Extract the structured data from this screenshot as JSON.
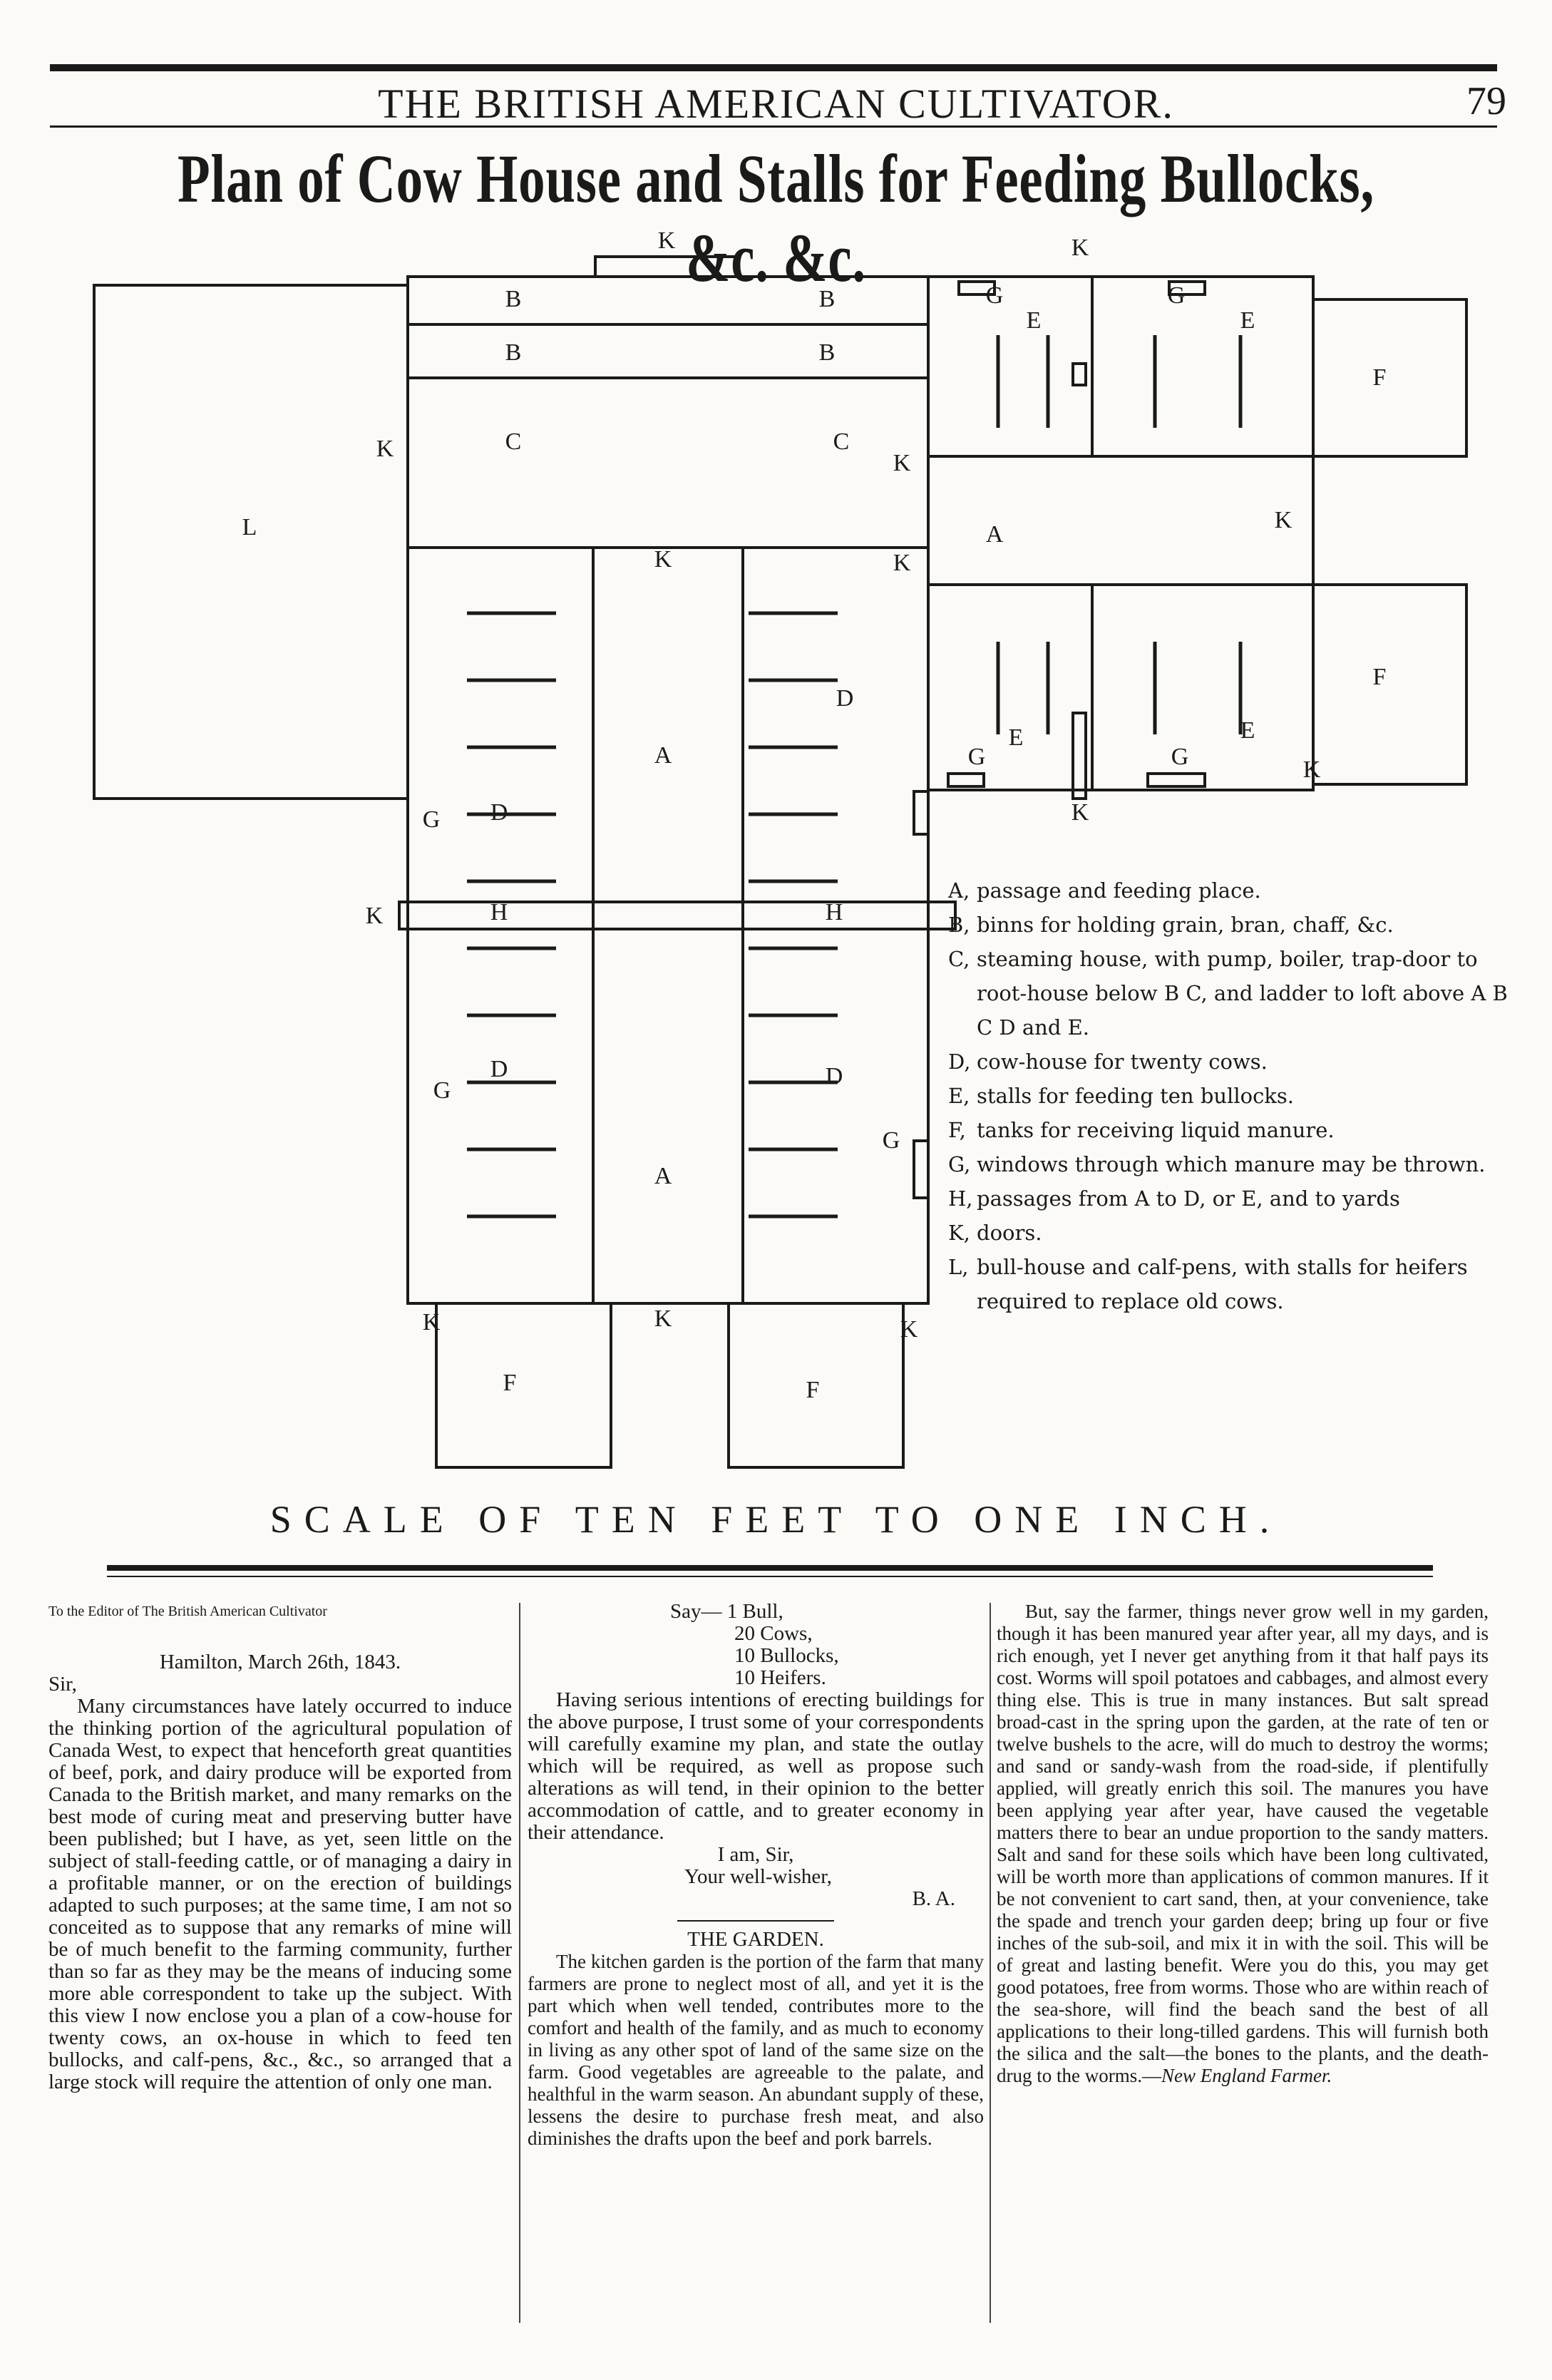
{
  "header": {
    "title": "THE BRITISH AMERICAN CULTIVATOR.",
    "page_number": "79"
  },
  "plan": {
    "title": "Plan of Cow House and Stalls for Feeding Bullocks, &c. &c.",
    "room_labels": [
      "K",
      "K",
      "B",
      "B",
      "B",
      "B",
      "G",
      "E",
      "G",
      "E",
      "F",
      "C",
      "C",
      "K",
      "K",
      "L",
      "K",
      "K",
      "A",
      "K",
      "D",
      "G",
      "E",
      "G",
      "E",
      "F",
      "A",
      "D",
      "G",
      "K",
      "H",
      "H",
      "K",
      "D",
      "G",
      "D",
      "G",
      "A",
      "K",
      "K",
      "K",
      "F",
      "F",
      "K"
    ],
    "scale": "SCALE OF TEN FEET TO ONE INCH."
  },
  "legend": [
    {
      "key": "A,",
      "text": "passage and feeding place."
    },
    {
      "key": "B,",
      "text": "binns for holding grain, bran, chaff, &c."
    },
    {
      "key": "C,",
      "text": "steaming house, with pump, boiler, trap-door to root-house below B C, and ladder to loft above A B C D and E."
    },
    {
      "key": "D,",
      "text": "cow-house for twenty cows."
    },
    {
      "key": "E,",
      "text": "stalls for feeding ten bullocks."
    },
    {
      "key": "F,",
      "text": "tanks for receiving liquid manure."
    },
    {
      "key": "G,",
      "text": "windows through which manure may be thrown."
    },
    {
      "key": "H,",
      "text": "passages from A to D, or E, and to yards"
    },
    {
      "key": "K,",
      "text": "doors."
    },
    {
      "key": "L,",
      "text": "bull-house and calf-pens, with stalls for heifers required to replace old cows."
    }
  ],
  "letter": {
    "addressee": "To the Editor of The British American Cultivator",
    "dateline": "Hamilton, March 26th, 1843.",
    "salutation": "Sir,",
    "body": "Many circumstances have lately occurred to induce the thinking portion of the agricultural population of Canada West, to expect that henceforth great quantities of beef, pork, and dairy produce will be exported from Canada to the British market, and many remarks on the best mode of curing meat and preserving butter have been published; but I have, as yet, seen little on the subject of stall-feeding cattle, or of managing a dairy in a profitable manner, or on the erection of buildings adapted to such purposes; at the same time, I am not so conceited as to suppose that any remarks of mine will be of much benefit to the farming community, further than so far as they may be the means of inducing some more able correspondent to take up the subject. With this view I now enclose you a plan of a cow-house for twenty cows, an ox-house in which to feed ten bullocks, and calf-pens, &c., &c., so arranged that a large stock will require the attention of only one man.",
    "stock": [
      "Say— 1 Bull,",
      "20 Cows,",
      "10 Bullocks,",
      "10 Heifers."
    ],
    "body2": "Having serious intentions of erecting buildings for the above purpose, I trust some of your correspondents will carefully examine my plan, and state the outlay which will be required, as well as propose such alterations as will tend, in their opinion to the better accommodation of cattle, and to greater economy in their attendance.",
    "closing1": "I am, Sir,",
    "closing2": "Your well-wisher,",
    "signature": "B. A."
  },
  "garden": {
    "heading": "THE GARDEN.",
    "body1": "The kitchen garden is the portion of the farm that many farmers are prone to neglect most of all, and yet it is the part which when well tended, contributes more to the comfort and health of the family, and as much to economy in living as any other spot of land of the same size on the farm. Good vegetables are agreeable to the palate, and healthful in the warm season. An abundant supply of these, lessens the desire to purchase fresh meat, and also diminishes the drafts upon the beef and pork barrels.",
    "body2": "But, say the farmer, things never grow well in my garden, though it has been manured year after year, all my days, and is rich enough, yet I never get anything from it that half pays its cost. Worms will spoil potatoes and cabbages, and almost every thing else. This is true in many instances. But salt spread broad-cast in the spring upon the garden, at the rate of ten or twelve bushels to the acre, will do much to destroy the worms; and sand or sandy-wash from the road-side, if plentifully applied, will greatly enrich this soil. The manures you have been applying year after year, have caused the vegetable matters there to bear an undue proportion to the sandy matters. Salt and sand for these soils which have been long cultivated, will be worth more than applications of common manures. If it be not convenient to cart sand, then, at your convenience, take the spade and trench your garden deep; bring up four or five inches of the sub-soil, and mix it in with the soil. This will be of great and lasting benefit. Were you do this, you may get good potatoes, free from worms. Those who are within reach of the sea-shore, will find the beach sand the best of all applications to their long-tilled gardens. This will furnish both the silica and the salt—the bones to the plants, and the death-drug to the worms.—",
    "source": "New England Farmer."
  }
}
